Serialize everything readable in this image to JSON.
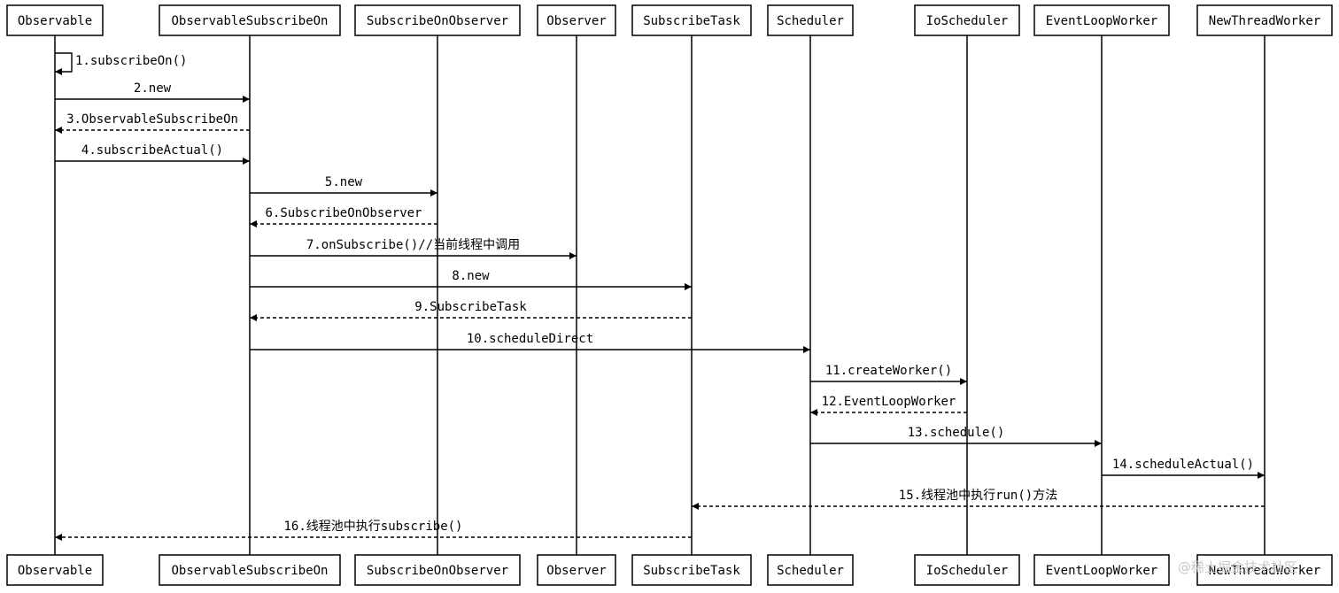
{
  "participants": [
    {
      "id": "observable",
      "label": "Observable"
    },
    {
      "id": "observable-subscribe-on",
      "label": "ObservableSubscribeOn"
    },
    {
      "id": "subscribe-on-observer",
      "label": "SubscribeOnObserver"
    },
    {
      "id": "observer",
      "label": "Observer"
    },
    {
      "id": "subscribe-task",
      "label": "SubscribeTask"
    },
    {
      "id": "scheduler",
      "label": "Scheduler"
    },
    {
      "id": "io-scheduler",
      "label": "IoScheduler"
    },
    {
      "id": "event-loop-worker",
      "label": "EventLoopWorker"
    },
    {
      "id": "new-thread-worker",
      "label": "NewThreadWorker"
    }
  ],
  "messages": [
    {
      "from": 0,
      "to": 0,
      "label": "1.subscribeOn()",
      "style": "self"
    },
    {
      "from": 0,
      "to": 1,
      "label": "2.new",
      "style": "call"
    },
    {
      "from": 1,
      "to": 0,
      "label": "3.ObservableSubscribeOn",
      "style": "return"
    },
    {
      "from": 0,
      "to": 1,
      "label": "4.subscribeActual()",
      "style": "call"
    },
    {
      "from": 1,
      "to": 2,
      "label": "5.new",
      "style": "call"
    },
    {
      "from": 2,
      "to": 1,
      "label": "6.SubscribeOnObserver",
      "style": "return"
    },
    {
      "from": 1,
      "to": 3,
      "label": "7.onSubscribe()//当前线程中调用",
      "style": "call"
    },
    {
      "from": 1,
      "to": 4,
      "label": "8.new",
      "style": "call"
    },
    {
      "from": 4,
      "to": 1,
      "label": "9.SubscribeTask",
      "style": "return"
    },
    {
      "from": 1,
      "to": 5,
      "label": "10.scheduleDirect",
      "style": "call"
    },
    {
      "from": 5,
      "to": 6,
      "label": "11.createWorker()",
      "style": "call"
    },
    {
      "from": 6,
      "to": 5,
      "label": "12.EventLoopWorker",
      "style": "return"
    },
    {
      "from": 5,
      "to": 7,
      "label": "13.schedule()",
      "style": "call"
    },
    {
      "from": 7,
      "to": 8,
      "label": "14.scheduleActual()",
      "style": "call"
    },
    {
      "from": 8,
      "to": 4,
      "label": "15.线程池中执行run()方法",
      "style": "return"
    },
    {
      "from": 4,
      "to": 0,
      "label": "16.线程池中执行subscribe()",
      "style": "return"
    }
  ],
  "watermark": "@稀土掘金技术社区"
}
